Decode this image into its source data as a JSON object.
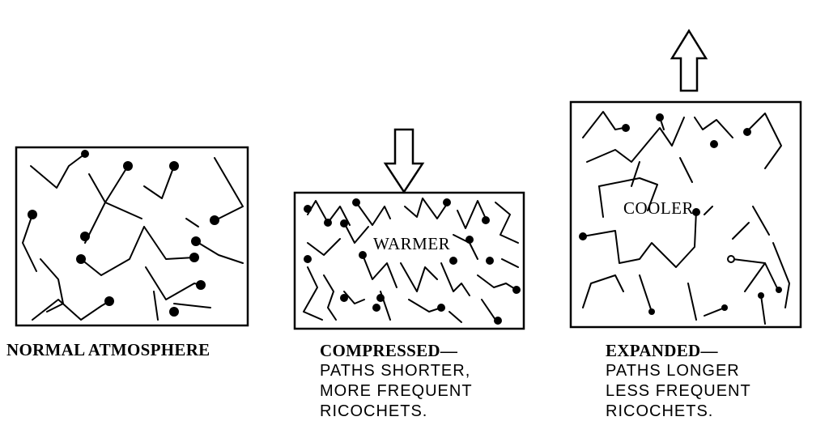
{
  "panels": {
    "normal": {
      "caption": "NORMAL ATMOSPHERE"
    },
    "compressed": {
      "inner_label": "WARMER",
      "caption_title": "COMPRESSED—",
      "caption_lines": [
        "PATHS SHORTER,",
        "MORE FREQUENT",
        "RICOCHETS."
      ],
      "arrow_direction": "down"
    },
    "expanded": {
      "inner_label": "COOLER",
      "caption_title": "EXPANDED—",
      "caption_lines": [
        "PATHS LONGER",
        "LESS FREQUENT",
        "RICOCHETS."
      ],
      "arrow_direction": "up"
    }
  },
  "colors": {
    "ink": "#000000",
    "paper": "#ffffff"
  }
}
